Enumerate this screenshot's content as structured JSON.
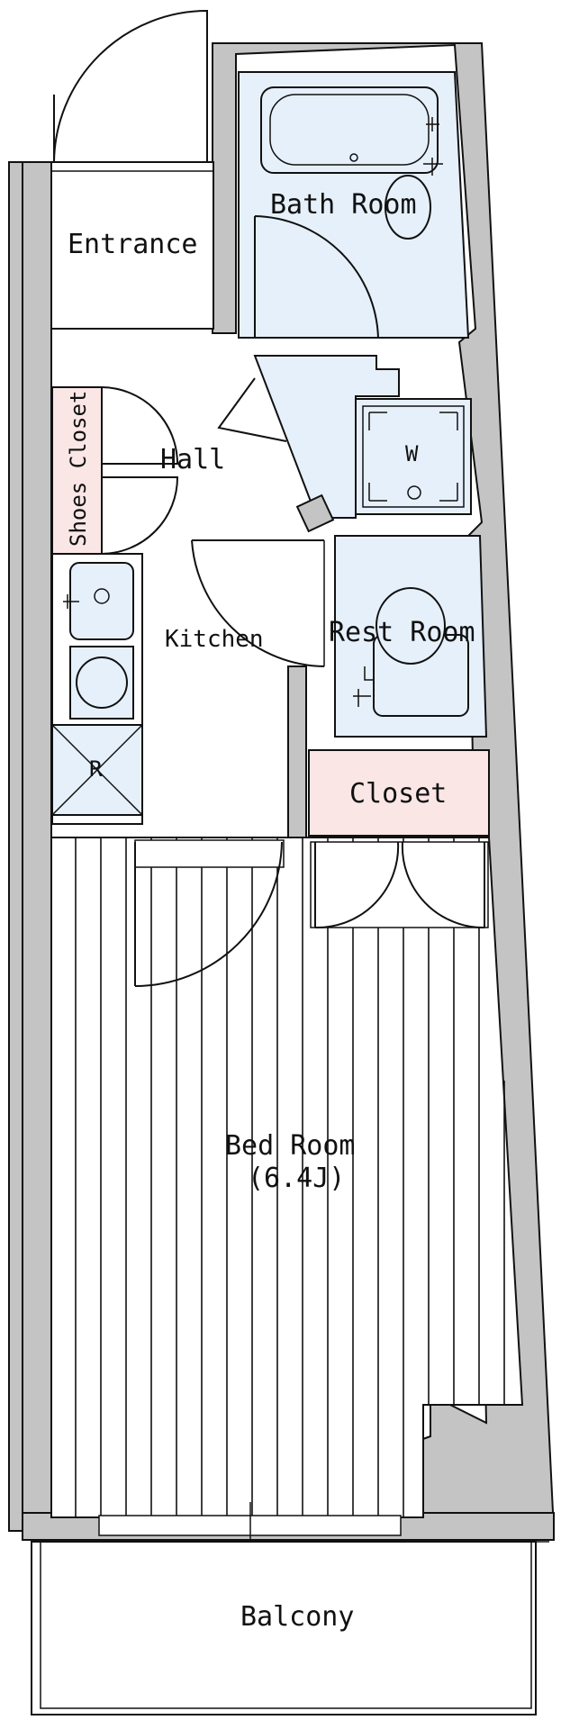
{
  "rooms": {
    "entrance": "Entrance",
    "bath_room": "Bath Room",
    "hall": "Hall",
    "shoes_closet": "Shoes Closet",
    "w": "W",
    "kitchen": "Kitchen",
    "rest_room": "Rest Room",
    "r": "R",
    "closet": "Closet",
    "bed_room": "Bed Room",
    "bed_room_size": "(6.4J)",
    "balcony": "Balcony"
  },
  "colors": {
    "wet_area_fill": "#e6f0fb",
    "closet_fill": "#fbe6e6",
    "wall_fill": "#c4c4c4"
  }
}
